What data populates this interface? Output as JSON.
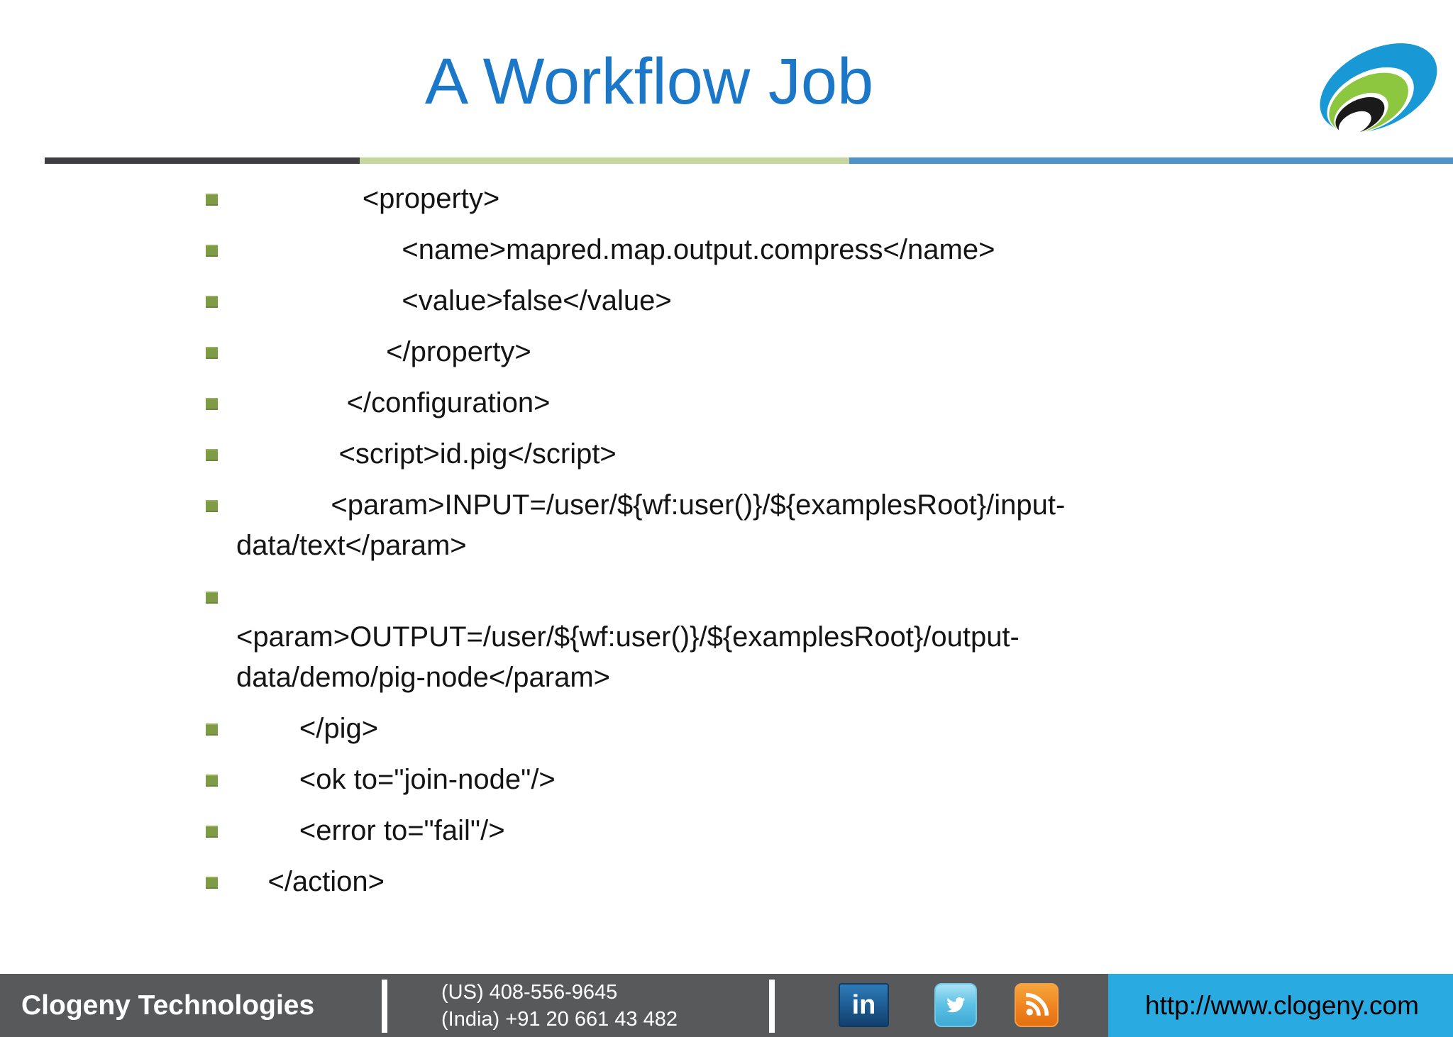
{
  "title": "A Workflow Job",
  "divider_colors": {
    "dark": "#3f3f41",
    "green": "#c5d79e",
    "blue": "#4e93c5"
  },
  "bullet_color": "#7d9c45",
  "code_lines": [
    {
      "text": "                <property>"
    },
    {
      "text": "                     <name>mapred.map.output.compress</name>"
    },
    {
      "text": "                     <value>false</value>"
    },
    {
      "text": "                   </property>"
    },
    {
      "text": "              </configuration>"
    },
    {
      "text": "             <script>id.pig</script>"
    },
    {
      "text": "            <param>INPUT=/user/${wf:user()}/${examplesRoot}/input-\ndata/text</param>"
    },
    {
      "text": "\n<param>OUTPUT=/user/${wf:user()}/${examplesRoot}/output-\ndata/demo/pig-node</param>"
    },
    {
      "text": "        </pig>"
    },
    {
      "text": "        <ok to=\"join-node\"/>"
    },
    {
      "text": "        <error to=\"fail\"/>"
    },
    {
      "text": "    </action>"
    }
  ],
  "footer": {
    "company": "Clogeny Technologies",
    "phone_us": "(US) 408-556-9645",
    "phone_india": "(India) +91 20 661 43 482",
    "website": "http://www.clogeny.com",
    "bar_color": "#58595b",
    "website_bg": "#29abe2",
    "linkedin_label": "in"
  },
  "logo_colors": {
    "blue": "#1899d6",
    "green": "#8dc63f",
    "black": "#1a1a1a"
  }
}
